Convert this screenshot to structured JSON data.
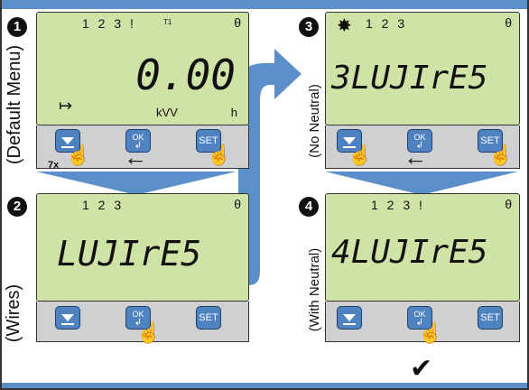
{
  "colors": {
    "accent_blue": "#5b8fc9",
    "lcd_green": "#cfe3a6",
    "key_blue": "#4f82c0",
    "keybar_gray": "#cfd0d1"
  },
  "panels": [
    {
      "number": "1",
      "side_label": "(Default Menu)",
      "indicators": "1 2 3 !",
      "t1": "T1",
      "sym": "θ",
      "display": "0.00",
      "unit1": "kVV",
      "unit2": "h",
      "arrow_glyph": "↦",
      "nav_arrow": "←",
      "count": "7x"
    },
    {
      "number": "2",
      "side_label": "(Wires)",
      "indicators": "1 2 3",
      "sym": "θ",
      "display": "LUJIrE5"
    },
    {
      "number": "3",
      "side_label": "(No Neutral)",
      "indicators": "1 2 3",
      "sym": "θ",
      "star": "✸",
      "display": "3LUJIrE5",
      "nav_arrow": "←"
    },
    {
      "number": "4",
      "side_label": "(With Neutral)",
      "indicators": "1 2 3 !",
      "sym": "θ",
      "display": "4LUJIrE5",
      "check": "✔"
    }
  ],
  "keys": {
    "ok_label": "OK",
    "ok_glyph": "↲",
    "set_label": "SET",
    "hand_icon": "☝"
  }
}
